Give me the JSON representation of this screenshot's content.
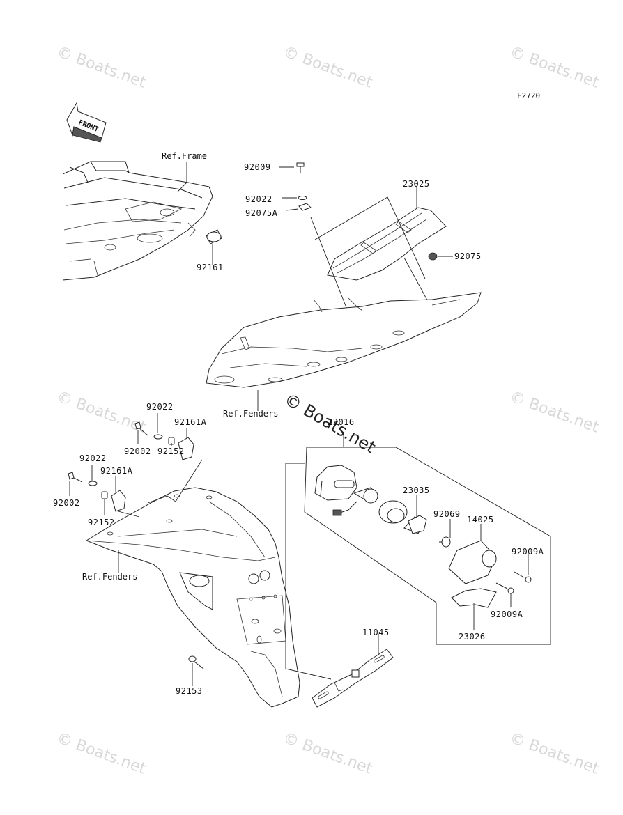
{
  "diagram": {
    "figure_code": "F2720",
    "front_label": "FRONT",
    "watermark_text": "© Boats.net",
    "center_watermark_text": "© Boats.net",
    "refs": {
      "frame": "Ref.Frame",
      "fenders_upper": "Ref.Fenders",
      "fenders_lower": "Ref.Fenders"
    },
    "parts": {
      "p92009_top": "92009",
      "p92022_top": "92022",
      "p92075A": "92075A",
      "p23025": "23025",
      "p92075": "92075",
      "p92161": "92161",
      "p92022_a": "92022",
      "p92002_a": "92002",
      "p92161A_a": "92161A",
      "p92152_a": "92152",
      "p92022_b": "92022",
      "p92161A_b": "92161A",
      "p92002_b": "92002",
      "p92152_b": "92152",
      "p23016": "23016",
      "p23035": "23035",
      "p92069": "92069",
      "p14025": "14025",
      "p92009A_a": "92009A",
      "p92009A_b": "92009A",
      "p23026": "23026",
      "p11045": "11045",
      "p92153": "92153"
    }
  }
}
